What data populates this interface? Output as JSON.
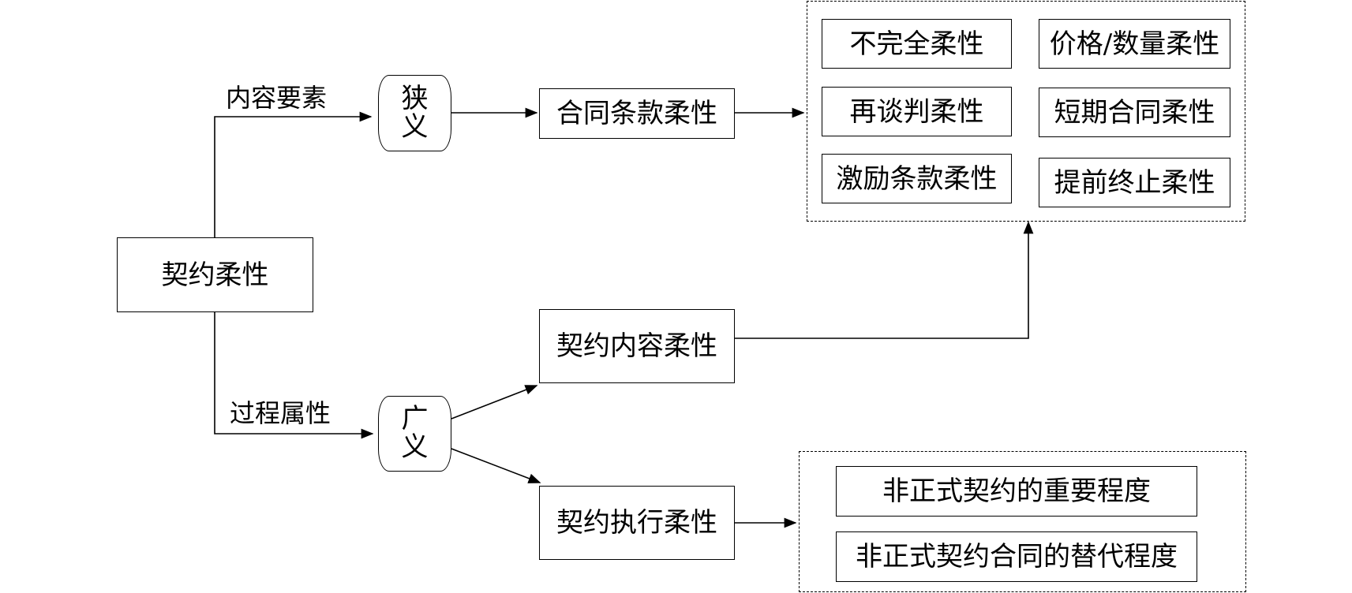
{
  "diagram": {
    "root": "契约柔性",
    "branch_labels": {
      "upper": "内容要素",
      "lower": "过程属性"
    },
    "narrow": "狭义",
    "broad": "广义",
    "contract_terms": "合同条款柔性",
    "contract_content": "契约内容柔性",
    "contract_execution": "契约执行柔性",
    "term_types": [
      "不完全柔性",
      "价格/数量柔性",
      "再谈判柔性",
      "短期合同柔性",
      "激励条款柔性",
      "提前终止柔性"
    ],
    "informal_items": [
      "非正式契约的重要程度",
      "非正式契约合同的替代程度"
    ]
  }
}
